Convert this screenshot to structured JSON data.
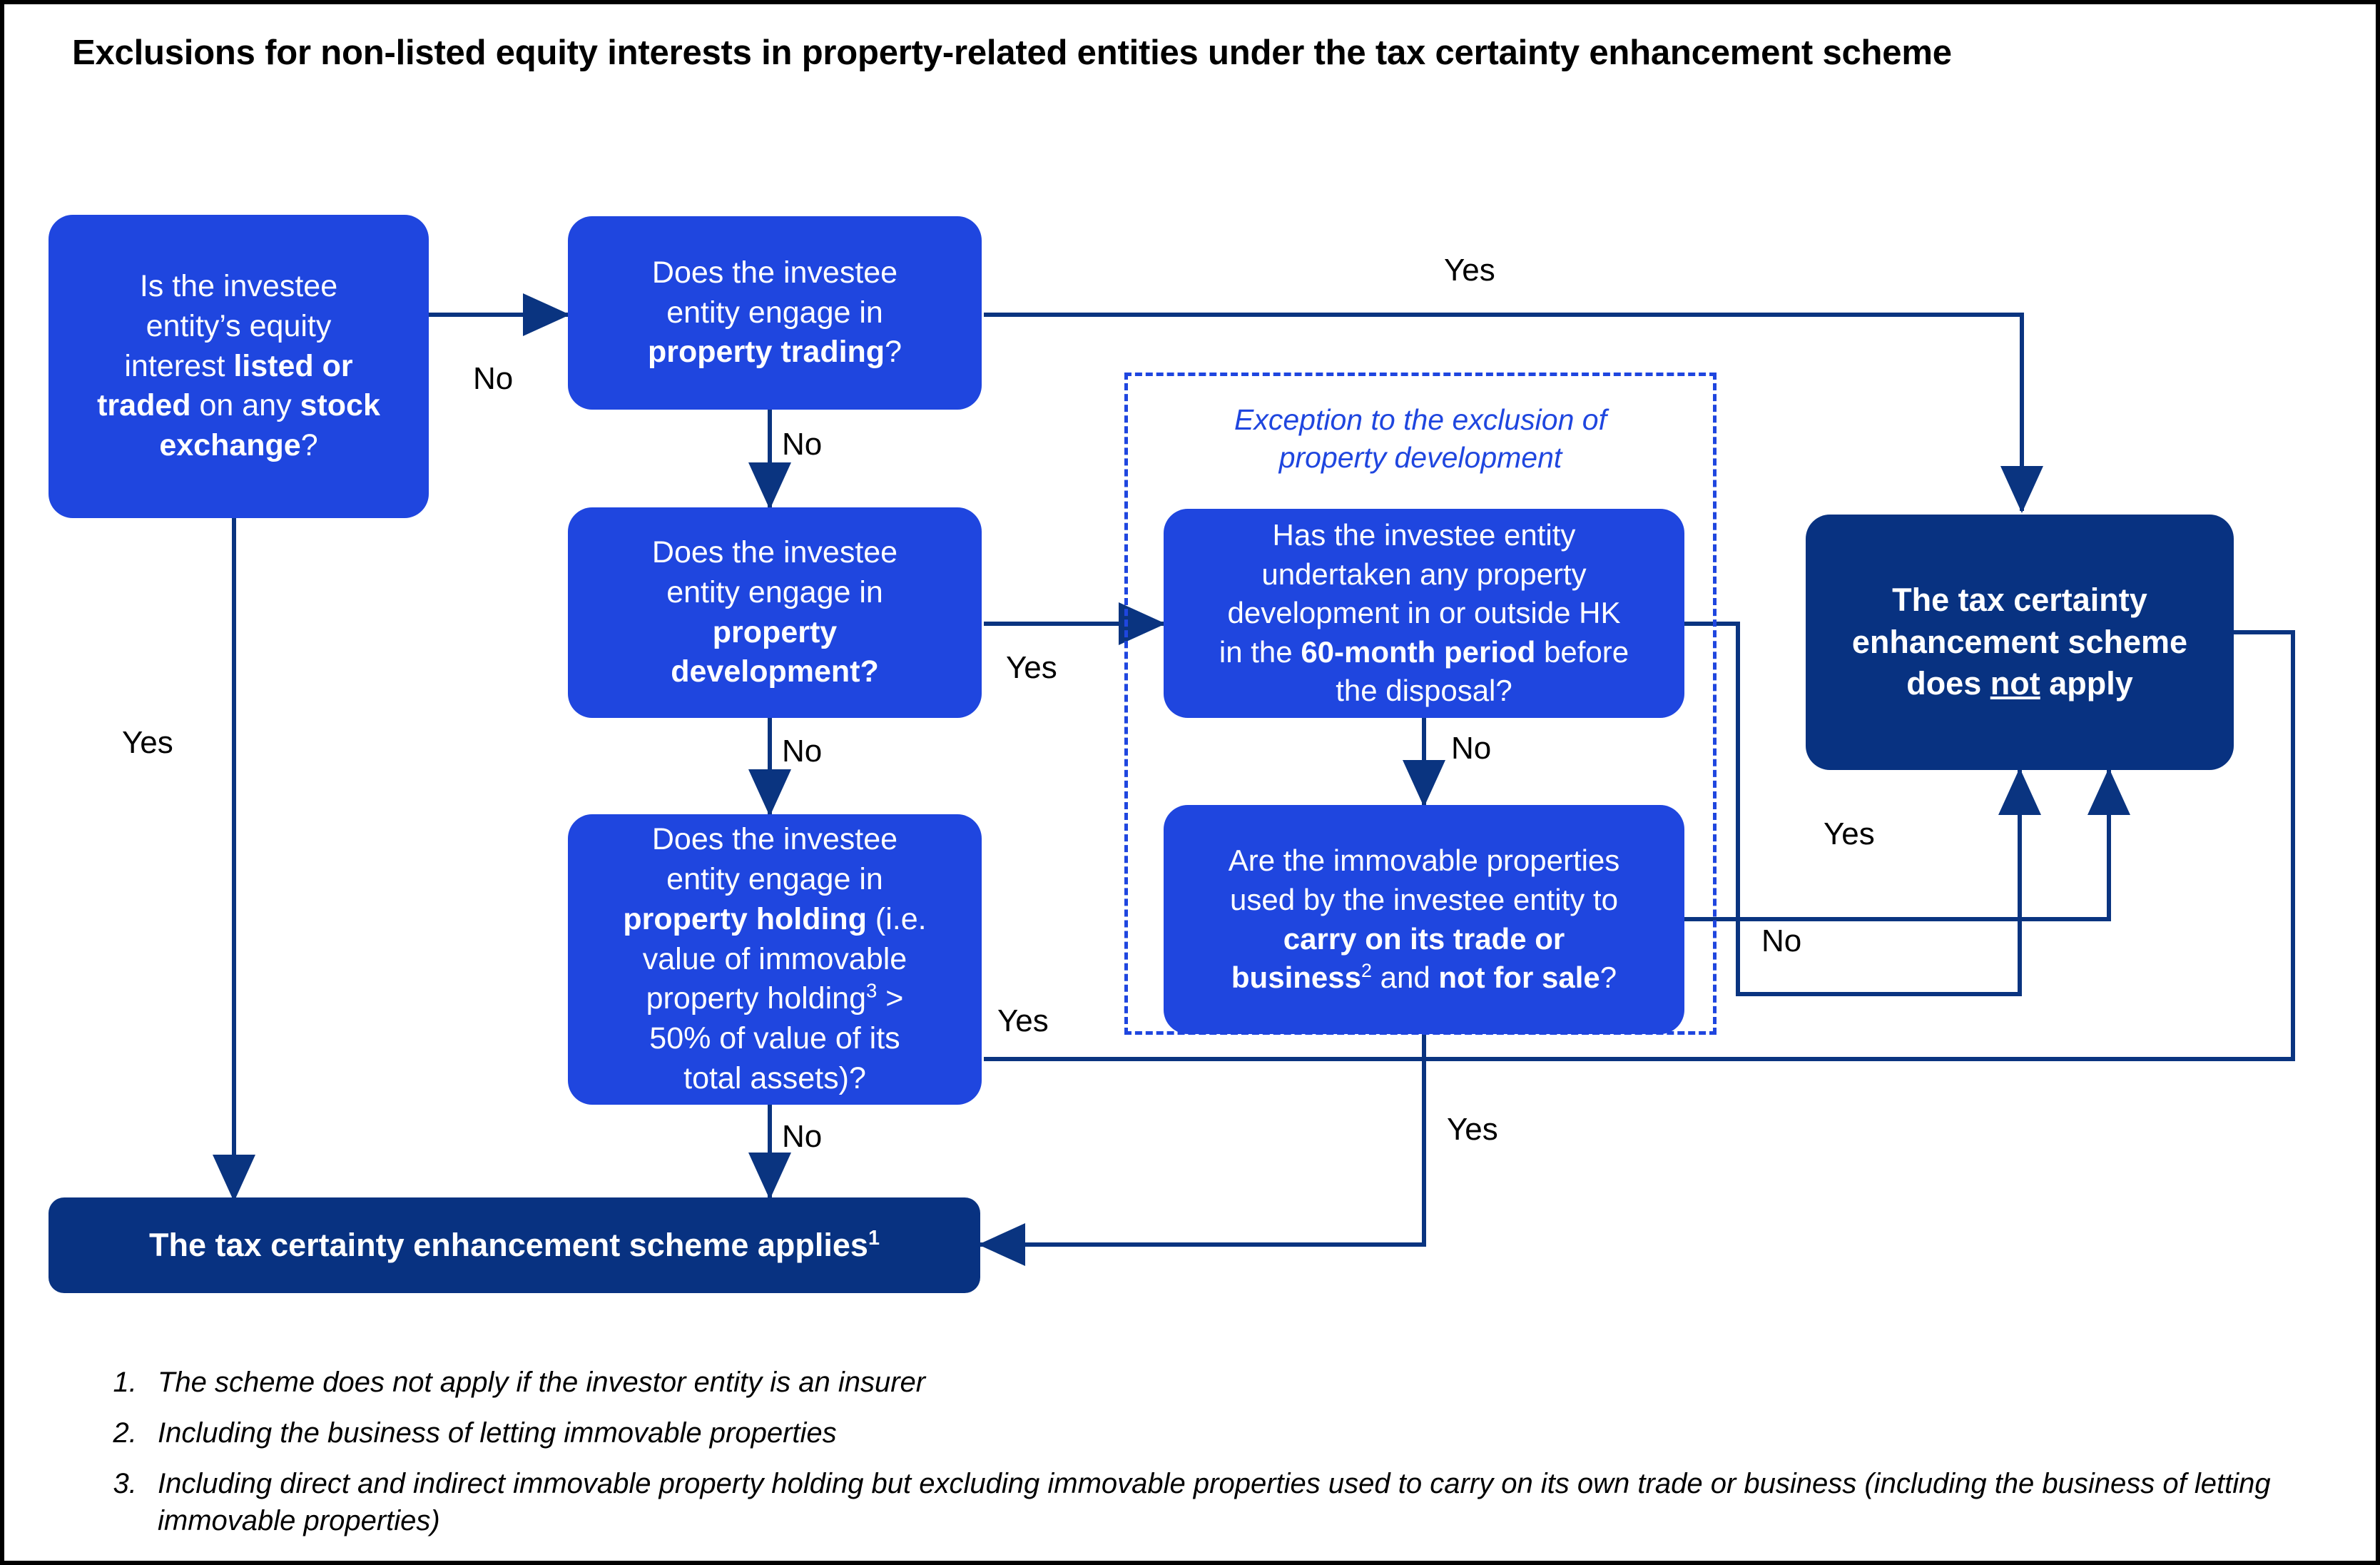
{
  "title": "Exclusions for non-listed equity interests in property-related entities under the tax certainty enhancement scheme",
  "colors": {
    "node_blue": "#1F46DF",
    "node_navy": "#083281",
    "connector": "#0A3480",
    "dashed_border": "#1F46DF",
    "page_border": "#000000",
    "text_on_node": "#FFFFFF",
    "label_text": "#000000"
  },
  "nodes": {
    "listed_or_traded": {
      "id": "q-listed-or-traded",
      "text_plain": "Is the investee entity’s equity interest listed or traded on any stock exchange?",
      "html": "Is the investee<br>entity’s equity<br>interest <b>listed or</b><br><b>traded</b> on any <b>stock</b><br><b>exchange</b>?",
      "style": "blue"
    },
    "property_trading": {
      "id": "q-property-trading",
      "text_plain": "Does the investee entity engage in property trading?",
      "html": "Does the investee<br>entity engage in<br><b>property trading</b>?",
      "style": "blue"
    },
    "property_development": {
      "id": "q-property-development",
      "text_plain": "Does the investee entity engage in property development?",
      "html": "Does the investee<br>entity engage in<br><b>property</b><br><b>development?</b>",
      "style": "blue"
    },
    "property_holding": {
      "id": "q-property-holding",
      "text_plain": "Does the investee entity engage in property holding (i.e. value of immovable property holding3 > 50% of value of its total assets)?",
      "html": "Does the investee<br>entity engage in<br><b>property holding</b> (i.e.<br>value of immovable<br>property holding<sup>3</sup> &gt;<br>50% of value of its<br>total assets)?",
      "style": "blue"
    },
    "sixty_month": {
      "id": "q-60-month-development",
      "text_plain": "Has the investee entity undertaken any property development in or outside HK in the 60-month period before the disposal?",
      "html": "Has the investee entity<br>undertaken any property<br>development in or outside HK<br>in the <b>60-month period</b> before<br>the disposal?",
      "style": "blue"
    },
    "trade_or_business": {
      "id": "q-trade-or-business",
      "text_plain": "Are the immovable properties used by the investee entity to carry on its trade or business2 and not for sale?",
      "html": "Are the immovable properties<br>used by the investee entity to<br><b>carry on its trade or</b><br><b>business</b><sup>2</sup> and <b>not for sale</b>?",
      "style": "blue"
    },
    "does_not_apply": {
      "id": "outcome-scheme-does-not-apply",
      "text_plain": "The tax certainty enhancement scheme does not apply",
      "html": "<b>The tax certainty</b><br><b>enhancement scheme</b><br><b>does <u>not</u> apply</b>",
      "style": "navy"
    },
    "applies": {
      "id": "outcome-scheme-applies",
      "text_plain": "The tax certainty enhancement scheme applies1",
      "html": "<b>The tax certainty enhancement scheme applies<sup>1</sup></b>",
      "style": "navy"
    }
  },
  "dashed_group": {
    "caption_plain": "Exception to the exclusion of property development",
    "caption_html": "Exception to the exclusion of<br>property development"
  },
  "edge_labels": [
    {
      "id": "edge-listed-yes",
      "text": "Yes",
      "from": "listed_or_traded",
      "to": "applies"
    },
    {
      "id": "edge-listed-no",
      "text": "No",
      "from": "listed_or_traded",
      "to": "property_trading"
    },
    {
      "id": "edge-trading-yes",
      "text": "Yes",
      "from": "property_trading",
      "to": "does_not_apply"
    },
    {
      "id": "edge-trading-no",
      "text": "No",
      "from": "property_trading",
      "to": "property_development"
    },
    {
      "id": "edge-development-yes",
      "text": "Yes",
      "from": "property_development",
      "to": "sixty_month"
    },
    {
      "id": "edge-development-no",
      "text": "No",
      "from": "property_development",
      "to": "property_holding"
    },
    {
      "id": "edge-60month-no",
      "text": "No",
      "from": "sixty_month",
      "to": "trade_or_business"
    },
    {
      "id": "edge-60month-yes",
      "text": "Yes",
      "from": "sixty_month",
      "to": "does_not_apply"
    },
    {
      "id": "edge-trade-no",
      "text": "No",
      "from": "trade_or_business",
      "to": "does_not_apply"
    },
    {
      "id": "edge-trade-yes",
      "text": "Yes",
      "from": "trade_or_business",
      "to": "applies"
    },
    {
      "id": "edge-holding-yes",
      "text": "Yes",
      "from": "property_holding",
      "to": "does_not_apply"
    },
    {
      "id": "edge-holding-no",
      "text": "No",
      "from": "property_holding",
      "to": "applies"
    }
  ],
  "footnotes": [
    "The scheme does not apply if the investor entity is an insurer",
    "Including the business of letting immovable properties",
    "Including direct and indirect immovable property holding but excluding immovable properties used to carry on its own trade or business (including the business of letting immovable properties)"
  ]
}
